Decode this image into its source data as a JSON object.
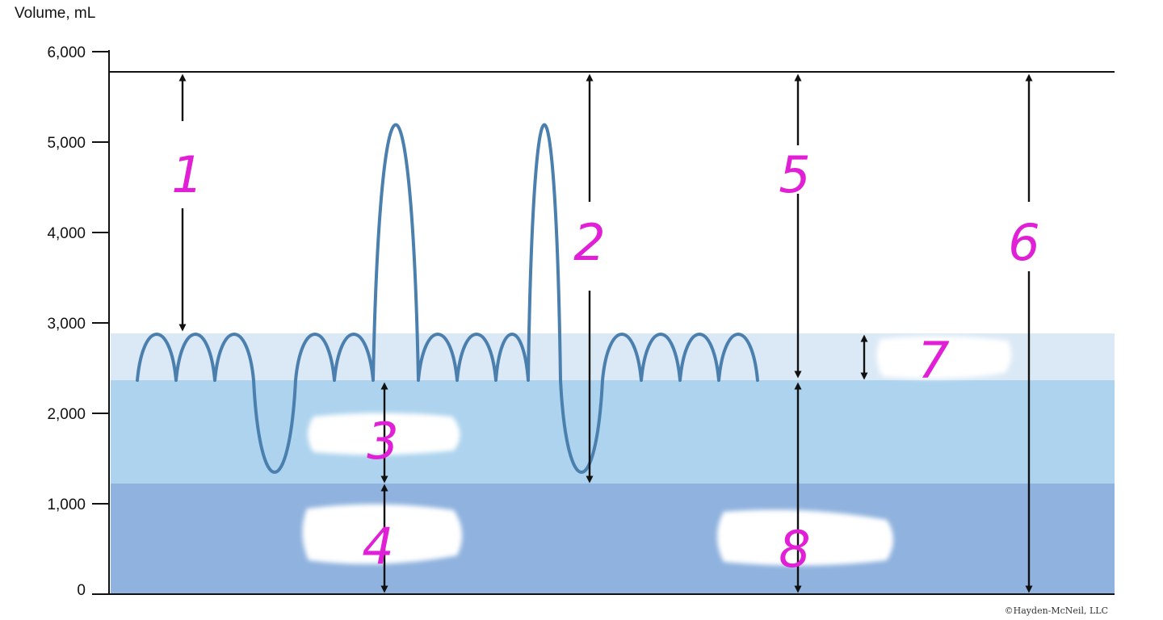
{
  "y_axis": {
    "label": "Volume, mL",
    "ticks": [
      "6,000",
      "5,000",
      "4,000",
      "3,000",
      "2,000",
      "1,000",
      "0"
    ]
  },
  "labels": {
    "one": "1",
    "two": "2",
    "three": "3",
    "four": "4",
    "five": "5",
    "six": "6",
    "seven": "7",
    "eight": "8"
  },
  "credit": "©Hayden-McNeil, LLC",
  "colors": {
    "band_top": "#dbe9f6",
    "band_middle": "#add3ee",
    "band_bottom": "#8fb2de",
    "trace": "#4a7fae",
    "label": "#e01fd6"
  }
}
